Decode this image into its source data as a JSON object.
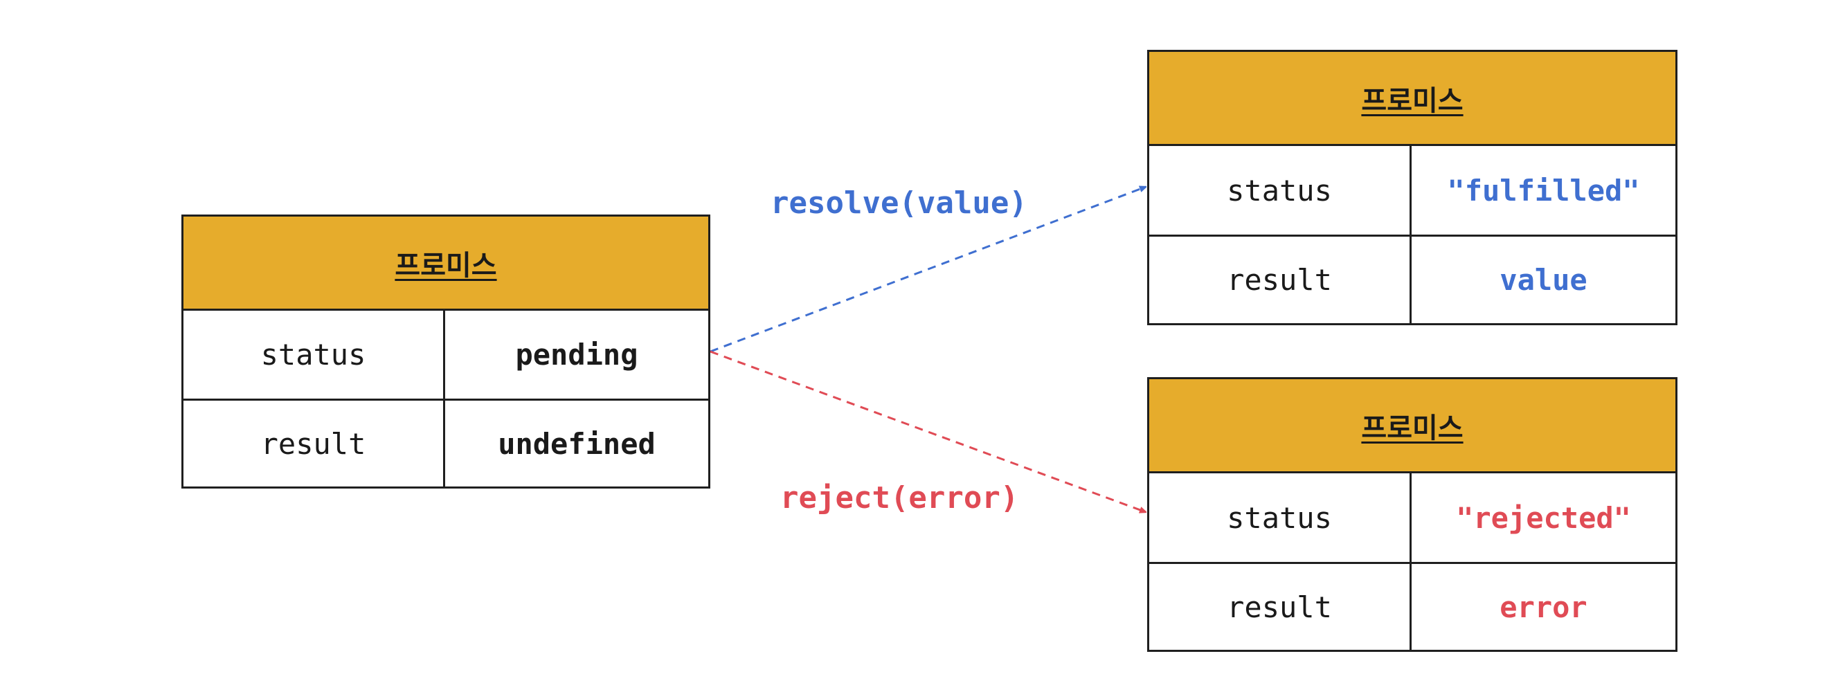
{
  "promise_pending": {
    "header": "프로미스",
    "rows": [
      {
        "key": "status",
        "value": "pending"
      },
      {
        "key": "result",
        "value": "undefined"
      }
    ]
  },
  "promise_fulfilled": {
    "header": "프로미스",
    "rows": [
      {
        "key": "status",
        "value": "\"fulfilled\""
      },
      {
        "key": "result",
        "value": "value"
      }
    ]
  },
  "promise_rejected": {
    "header": "프로미스",
    "rows": [
      {
        "key": "status",
        "value": "\"rejected\""
      },
      {
        "key": "result",
        "value": "error"
      }
    ]
  },
  "edges": {
    "resolve_label": "resolve(value)",
    "reject_label": "reject(error)"
  },
  "colors": {
    "header_bg": "#e6ac2c",
    "resolve": "#3f6fd0",
    "reject": "#e04b55",
    "border": "#1f1f1f"
  }
}
